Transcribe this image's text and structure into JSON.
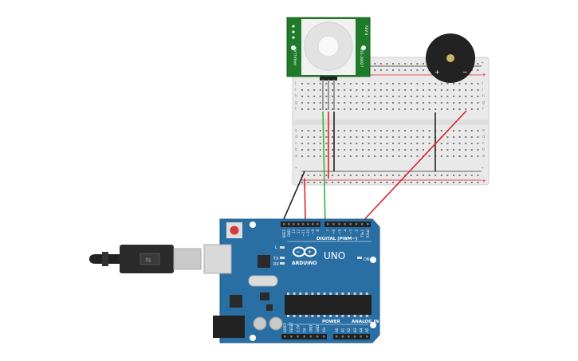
{
  "pir_sensor": {
    "label_side_left": "PARALLAX",
    "label_side_right": "555-28027",
    "label_small": "REV B"
  },
  "breadboard": {
    "rows_top": [
      "j",
      "i",
      "h",
      "g",
      "f"
    ],
    "rows_bottom": [
      "e",
      "d",
      "c",
      "b",
      "a"
    ],
    "power_minus": "-",
    "power_plus": "+"
  },
  "buzzer": {
    "plus": "+",
    "minus": "−"
  },
  "arduino": {
    "brand": "ARDUINO",
    "model": "UNO",
    "digital_label": "DIGITAL (PWM~)",
    "power_label": "POWER",
    "analog_label": "ANALOG IN",
    "on_label": "ON",
    "tx_label": "TX",
    "rx_label": "RX",
    "l_label": "L",
    "top_header_left": [
      "AREF",
      "GND",
      "13",
      "12",
      "~11",
      "~10",
      "~9",
      "8"
    ],
    "top_header_right": [
      "7",
      "~6",
      "~5",
      "4",
      "~3",
      "2",
      "TX▸1",
      "RX◂0"
    ],
    "power_pins": [
      "IOREF",
      "RESET",
      "3.3V",
      "5V",
      "GND",
      "GND",
      "Vin"
    ],
    "analog_pins": [
      "A0",
      "A1",
      "A2",
      "A3",
      "A4",
      "A5"
    ]
  },
  "colors": {
    "board_blue": "#2a6fa4",
    "wire_red": "#d6262b",
    "wire_green": "#3fb03f",
    "wire_black": "#222222",
    "pir_green": "#1f7a2a",
    "breadboard": "#eeeeee"
  }
}
